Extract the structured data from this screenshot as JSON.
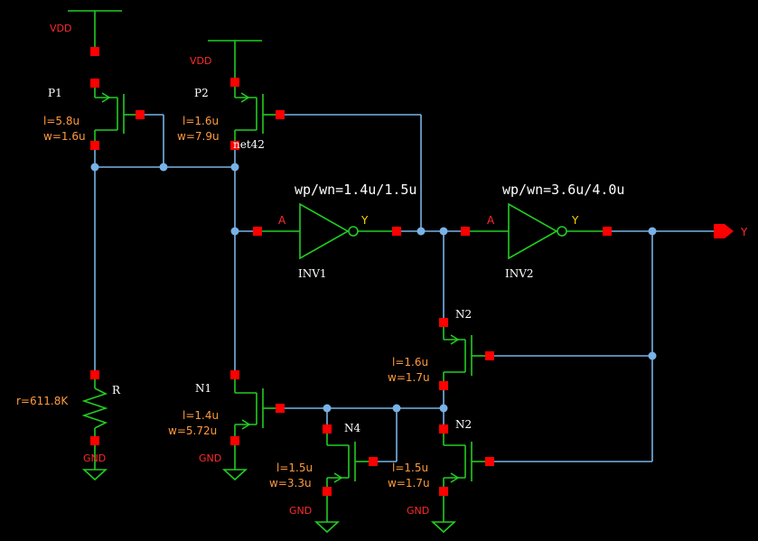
{
  "colors": {
    "wire": "#79b2e6",
    "device": "#22cc22",
    "pin": "#ff0000",
    "label_red": "#ff2a2a",
    "label_orange": "#ff9a3c",
    "label_white": "#ffffff"
  },
  "supplies": {
    "vdd1": "VDD",
    "vdd2": "VDD",
    "gnd_r": "GND",
    "gnd_n1": "GND",
    "gnd_n4": "GND",
    "gnd_n3": "GND"
  },
  "p1": {
    "name": "P1",
    "l": "l=5.8u",
    "w": "w=1.6u"
  },
  "p2": {
    "name": "P2",
    "l": "l=1.6u",
    "w": "w=7.9u",
    "net": "net42"
  },
  "r": {
    "name": "R",
    "value": "r=611.8K"
  },
  "n1": {
    "name": "N1",
    "l": "l=1.4u",
    "w": "w=5.72u"
  },
  "n2a": {
    "name": "N2",
    "l": "l=1.6u",
    "w": "w=1.7u"
  },
  "n2b": {
    "name": "N2",
    "l": "l=1.5u",
    "w": "w=1.7u"
  },
  "n4": {
    "name": "N4",
    "l": "l=1.5u",
    "w": "w=3.3u"
  },
  "inv1": {
    "name": "INV1",
    "ratio": "wp/wn=1.4u/1.5u",
    "in": "A",
    "out": "Y"
  },
  "inv2": {
    "name": "INV2",
    "ratio": "wp/wn=3.6u/4.0u",
    "in": "A",
    "out": "Y"
  },
  "output": {
    "label": "Y"
  }
}
